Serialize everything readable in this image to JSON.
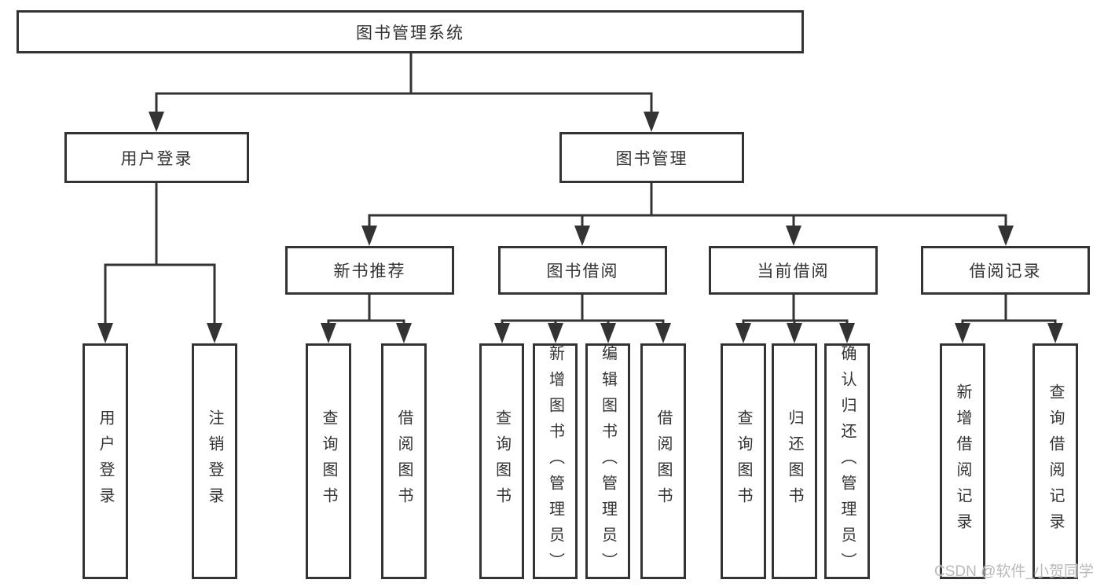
{
  "tree": {
    "root": "图书管理系统",
    "branches": [
      {
        "label": "用户登录",
        "leaves": [
          "用户登录",
          "注销登录"
        ]
      },
      {
        "label": "图书管理",
        "groups": [
          {
            "label": "新书推荐",
            "leaves": [
              "查询图书",
              "借阅图书"
            ]
          },
          {
            "label": "图书借阅",
            "leaves": [
              "查询图书",
              "新增图书（管理员）",
              "编辑图书（管理员）",
              "借阅图书"
            ]
          },
          {
            "label": "当前借阅",
            "leaves": [
              "查询图书",
              "归还图书",
              "确认归还（管理员）"
            ]
          },
          {
            "label": "借阅记录",
            "leaves": [
              "新增借阅记录",
              "查询借阅记录"
            ]
          }
        ]
      }
    ]
  },
  "watermark": "CSDN @软件_小贺同学",
  "colors": {
    "line": "#333333",
    "text": "#333333",
    "watermark": "#b9b9b9",
    "background": "#ffffff"
  }
}
